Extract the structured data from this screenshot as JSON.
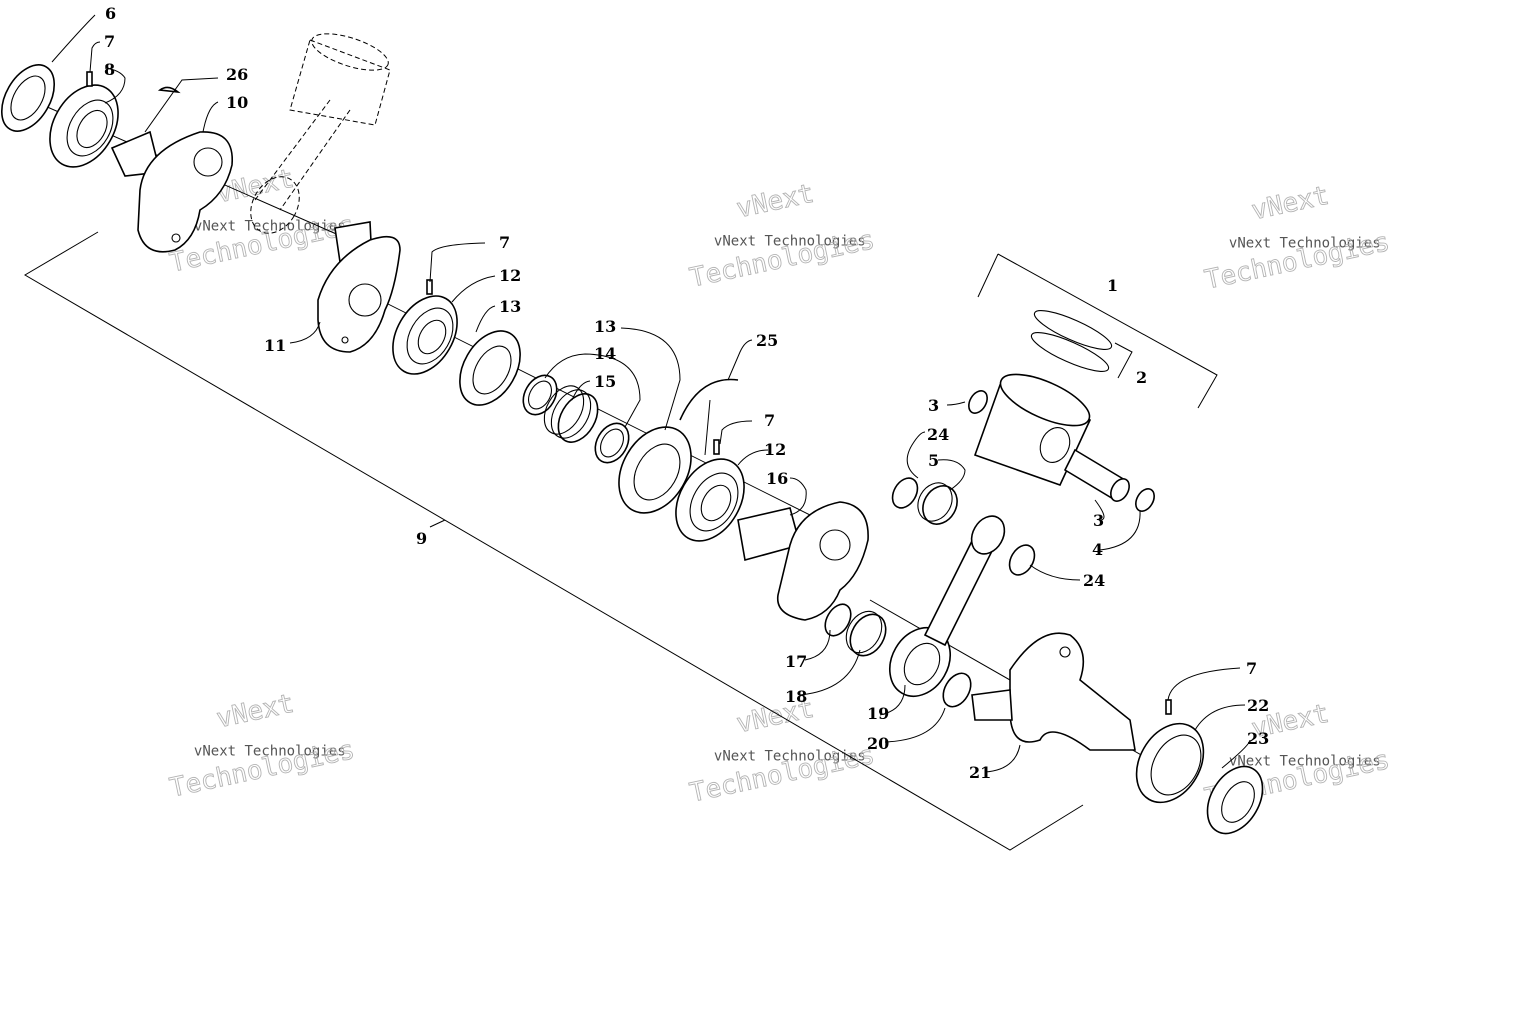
{
  "callouts": [
    {
      "id": "c6",
      "text": "6"
    },
    {
      "id": "c7a",
      "text": "7"
    },
    {
      "id": "c8",
      "text": "8"
    },
    {
      "id": "c26",
      "text": "26"
    },
    {
      "id": "c10",
      "text": "10"
    },
    {
      "id": "c7b",
      "text": "7"
    },
    {
      "id": "c12a",
      "text": "12"
    },
    {
      "id": "c13a",
      "text": "13"
    },
    {
      "id": "c11",
      "text": "11"
    },
    {
      "id": "c13b",
      "text": "13"
    },
    {
      "id": "c14",
      "text": "14"
    },
    {
      "id": "c15",
      "text": "15"
    },
    {
      "id": "c25",
      "text": "25"
    },
    {
      "id": "c7c",
      "text": "7"
    },
    {
      "id": "c12b",
      "text": "12"
    },
    {
      "id": "c16",
      "text": "16"
    },
    {
      "id": "c9",
      "text": "9"
    },
    {
      "id": "c1",
      "text": "1"
    },
    {
      "id": "c2",
      "text": "2"
    },
    {
      "id": "c3a",
      "text": "3"
    },
    {
      "id": "c24a",
      "text": "24"
    },
    {
      "id": "c5",
      "text": "5"
    },
    {
      "id": "c3b",
      "text": "3"
    },
    {
      "id": "c4",
      "text": "4"
    },
    {
      "id": "c24b",
      "text": "24"
    },
    {
      "id": "c17",
      "text": "17"
    },
    {
      "id": "c18",
      "text": "18"
    },
    {
      "id": "c19",
      "text": "19"
    },
    {
      "id": "c20",
      "text": "20"
    },
    {
      "id": "c21",
      "text": "21"
    },
    {
      "id": "c7d",
      "text": "7"
    },
    {
      "id": "c22",
      "text": "22"
    },
    {
      "id": "c23",
      "text": "23"
    }
  ],
  "watermark": {
    "line1": "vNext",
    "line2": "vNext Technologies",
    "line3": "Technologies"
  }
}
